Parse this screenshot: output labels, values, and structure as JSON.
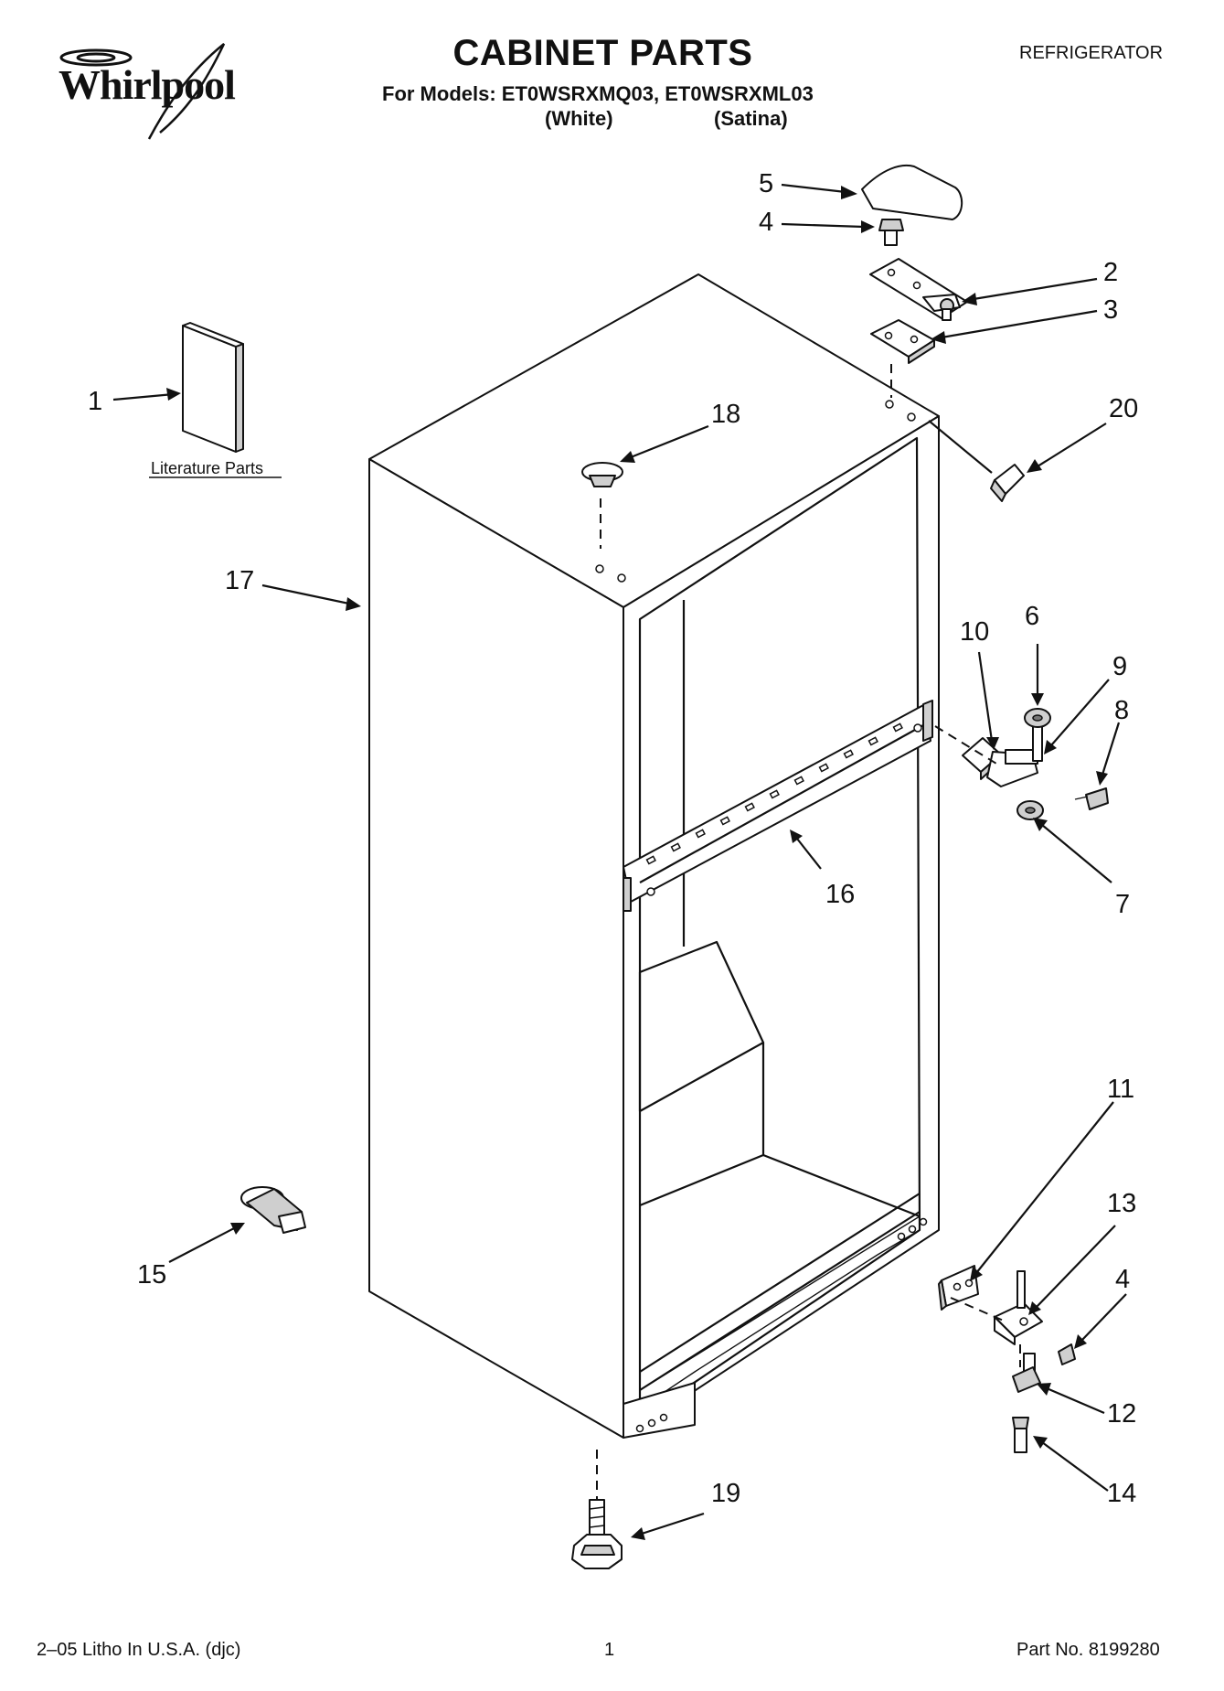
{
  "header": {
    "brand": "Whirlpool",
    "title": "CABINET PARTS",
    "models_line": "For Models: ET0WSRXMQ03, ET0WSRXML03",
    "variants": [
      "(White)",
      "(Satina)"
    ],
    "category": "REFRIGERATOR"
  },
  "diagram": {
    "callouts": [
      "1",
      "2",
      "3",
      "4",
      "5",
      "6",
      "7",
      "8",
      "9",
      "10",
      "11",
      "12",
      "13",
      "4",
      "14",
      "15",
      "16",
      "17",
      "18",
      "19",
      "20"
    ],
    "literature_label": "Literature Parts"
  },
  "footer": {
    "litho": "2–05 Litho In U.S.A. (djc)",
    "page": "1",
    "part_no": "Part No. 8199280"
  }
}
